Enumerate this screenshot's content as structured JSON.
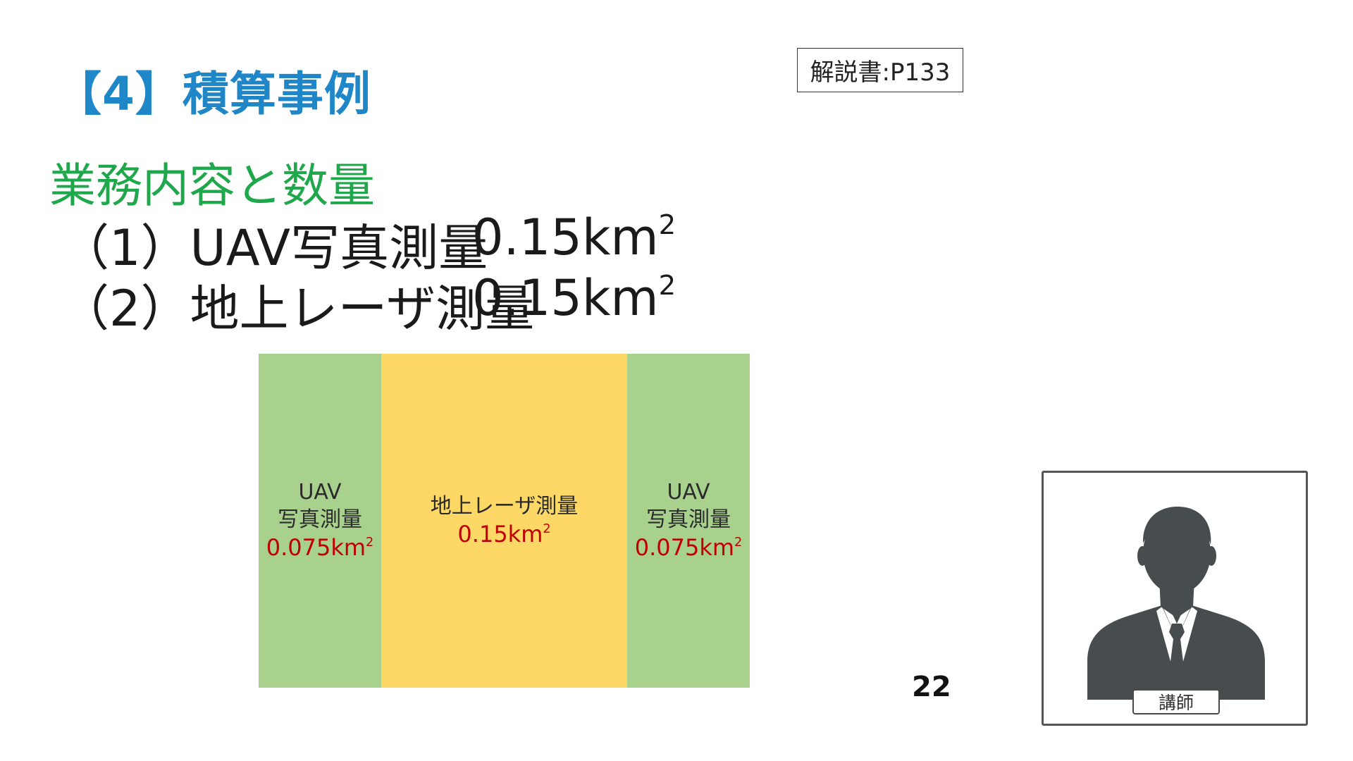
{
  "header": {
    "title": "【4】積算事例",
    "reference": "解説書:P133"
  },
  "section": {
    "subtitle": "業務内容と数量",
    "items": [
      {
        "label": "（1）UAV写真測量",
        "value": "0.15km",
        "exp": "2"
      },
      {
        "label": "（2）地上レーザ測量",
        "value": "0.15km",
        "exp": "2"
      }
    ]
  },
  "diagram": {
    "left": {
      "line1": "UAV",
      "line2": "写真測量",
      "area": "0.075km",
      "exp": "2"
    },
    "center": {
      "line1": "地上レーザ測量",
      "area": "0.15km",
      "exp": "2"
    },
    "right": {
      "line1": "UAV",
      "line2": "写真測量",
      "area": "0.075km",
      "exp": "2"
    }
  },
  "footer": {
    "page_number": "22"
  },
  "presenter": {
    "name_tag": "講師"
  },
  "colors": {
    "title": "#1f86c8",
    "subtitle": "#1fa84b",
    "uav_zone": "#a9d18e",
    "laser_zone": "#fdd866",
    "area_text": "#c00000"
  }
}
